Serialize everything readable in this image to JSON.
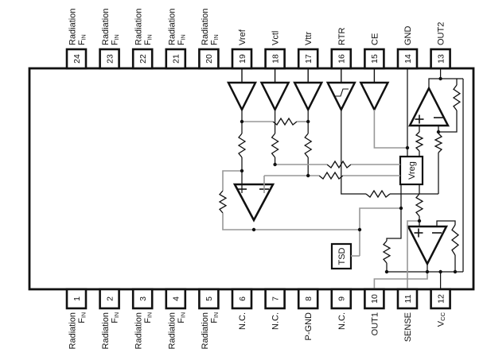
{
  "diagram": {
    "kind": "ic-block-diagram",
    "background_color": "#ffffff",
    "line_color": "#111111",
    "gray_wire_color": "#979797"
  },
  "pins": {
    "top": [
      {
        "number": "24",
        "name": "Radiation FIN"
      },
      {
        "number": "23",
        "name": "Radiation FIN"
      },
      {
        "number": "22",
        "name": "Radiation FIN"
      },
      {
        "number": "21",
        "name": "Radiation FIN"
      },
      {
        "number": "20",
        "name": "Radiation FIN"
      },
      {
        "number": "19",
        "name": "Vref"
      },
      {
        "number": "18",
        "name": "Vctl"
      },
      {
        "number": "17",
        "name": "Vttr"
      },
      {
        "number": "16",
        "name": "RTR"
      },
      {
        "number": "15",
        "name": "CE"
      },
      {
        "number": "14",
        "name": "GND"
      },
      {
        "number": "13",
        "name": "OUT2"
      }
    ],
    "bottom": [
      {
        "number": "1",
        "name": "Radiation FIN"
      },
      {
        "number": "2",
        "name": "Radiation FIN"
      },
      {
        "number": "3",
        "name": "Radiation FIN"
      },
      {
        "number": "4",
        "name": "Radiation FIN"
      },
      {
        "number": "5",
        "name": "Radiation FIN"
      },
      {
        "number": "6",
        "name": "N.C."
      },
      {
        "number": "7",
        "name": "N.C."
      },
      {
        "number": "8",
        "name": "P-GND"
      },
      {
        "number": "9",
        "name": "N.C."
      },
      {
        "number": "10",
        "name": "OUT1"
      },
      {
        "number": "11",
        "name": "SENSE"
      },
      {
        "number": "12",
        "name": "Vcc"
      }
    ]
  },
  "components": {
    "vreg_label": "Vreg",
    "tsd_label": "TSD",
    "buffer_inputs": [
      "Vref",
      "Vctl",
      "Vttr",
      "RTR",
      "CE"
    ],
    "opamp_plus_mark": "+",
    "opamp_minus_mark": "−"
  }
}
